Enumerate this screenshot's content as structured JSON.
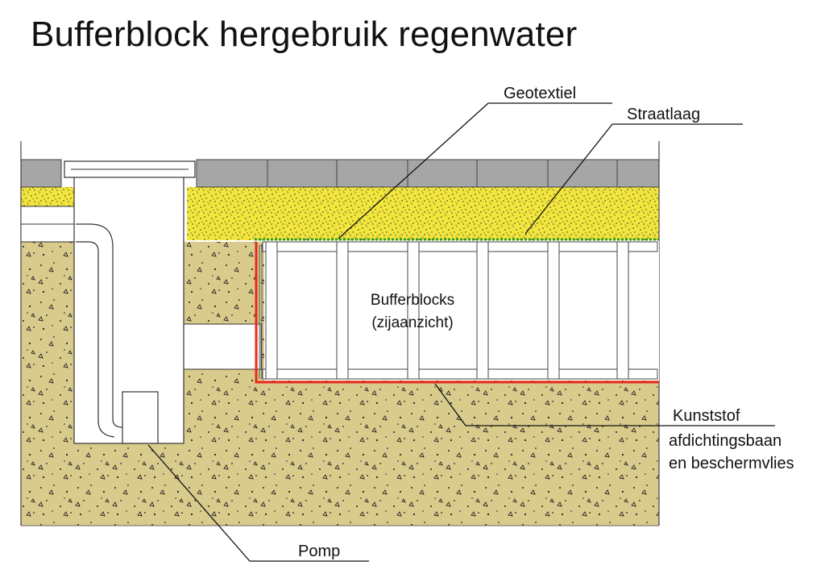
{
  "title": "Bufferblock hergebruik regenwater",
  "labels": {
    "geotextiel": "Geotextiel",
    "straatlaag": "Straatlaag",
    "bufferblocks_1": "Bufferblocks",
    "bufferblocks_2": "(zijaanzicht)",
    "kunststof_1": "Kunststof",
    "kunststof_2": "afdichtingsbaan",
    "kunststof_3": "en beschermvlies",
    "pomp": "Pomp"
  },
  "colors": {
    "paving": "#a6a6a6",
    "sand_bed": "#f2e63d",
    "soil": "#d9cb8c",
    "membrane": "#e8281e",
    "geotextile": "#2e9e2e"
  }
}
